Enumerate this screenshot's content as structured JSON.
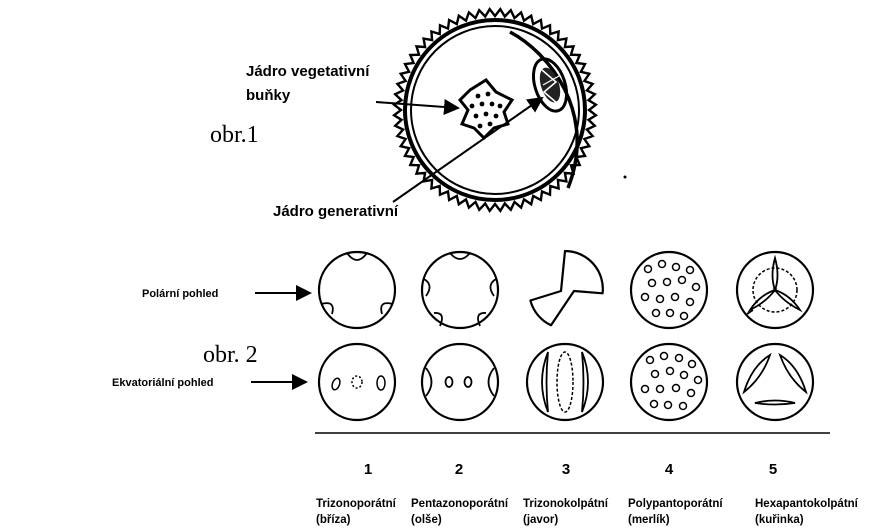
{
  "figure1": {
    "label": "obr.1",
    "vegetative_nucleus_label_line1": "Jádro vegetativní",
    "vegetative_nucleus_label_line2": "buňky",
    "generative_nucleus_label": "Jádro generativní"
  },
  "figure2": {
    "label": "obr. 2",
    "polar_view_label": "Polární pohled",
    "equatorial_view_label": "Ekvatoriální pohled",
    "types": [
      {
        "number": "1",
        "name": "Trizonoporátní",
        "plant": "(bříza)",
        "polar_icon": "three-pores-polar",
        "equatorial_icon": "pores-equatorial"
      },
      {
        "number": "2",
        "name": "Pentazonoporátní",
        "plant": "(olše)",
        "polar_icon": "five-pores-polar",
        "equatorial_icon": "pores-equatorial"
      },
      {
        "number": "3",
        "name": "Trizonokolpátní",
        "plant": "(javor)",
        "polar_icon": "three-colpi-polar",
        "equatorial_icon": "colpi-equatorial"
      },
      {
        "number": "4",
        "name": "Polypantoporátní",
        "plant": "(merlík)",
        "polar_icon": "many-pores",
        "equatorial_icon": "many-pores"
      },
      {
        "number": "5",
        "name": "Hexapantokolpátní",
        "plant": "(kuřinka)",
        "polar_icon": "six-colpi",
        "equatorial_icon": "six-colpi"
      }
    ]
  }
}
